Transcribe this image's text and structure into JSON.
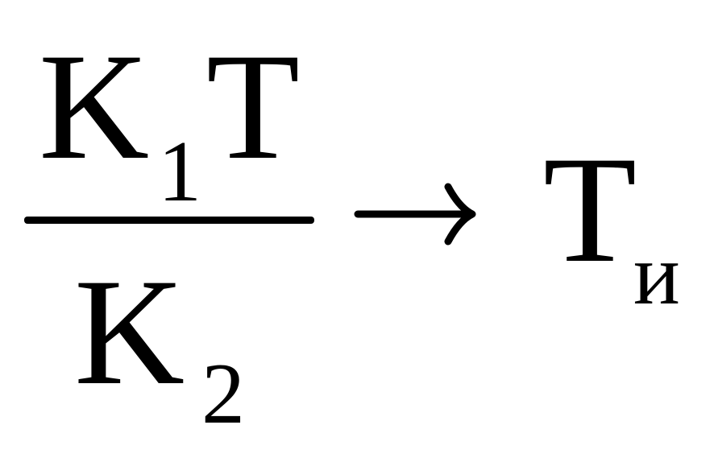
{
  "formula": {
    "numerator": {
      "k_symbol": "K",
      "k_subscript": "1",
      "t_symbol": "T"
    },
    "denominator": {
      "k_symbol": "K",
      "k_subscript": "2"
    },
    "result": {
      "t_symbol": "T",
      "t_subscript": "и"
    }
  },
  "colors": {
    "ink": "#000000",
    "background": "#ffffff"
  }
}
